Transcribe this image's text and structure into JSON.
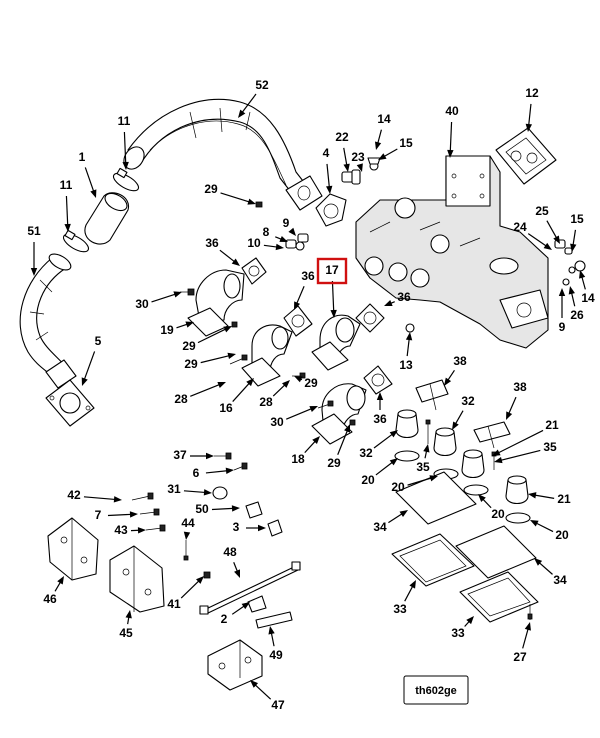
{
  "diagram": {
    "reference_code": "th602ge",
    "highlighted_callout": "17",
    "highlight_color": "#d01010",
    "callouts": [
      {
        "id": "c52",
        "label": "52"
      },
      {
        "id": "c11a",
        "label": "11"
      },
      {
        "id": "c1",
        "label": "1"
      },
      {
        "id": "c11b",
        "label": "11"
      },
      {
        "id": "c51",
        "label": "51"
      },
      {
        "id": "c5",
        "label": "5"
      },
      {
        "id": "c29a",
        "label": "29"
      },
      {
        "id": "c4",
        "label": "4"
      },
      {
        "id": "c22",
        "label": "22"
      },
      {
        "id": "c23",
        "label": "23"
      },
      {
        "id": "c14a",
        "label": "14"
      },
      {
        "id": "c15a",
        "label": "15"
      },
      {
        "id": "c40",
        "label": "40"
      },
      {
        "id": "c12",
        "label": "12"
      },
      {
        "id": "c9a",
        "label": "9"
      },
      {
        "id": "c8",
        "label": "8"
      },
      {
        "id": "c10",
        "label": "10"
      },
      {
        "id": "c36a",
        "label": "36"
      },
      {
        "id": "c36b",
        "label": "36"
      },
      {
        "id": "c17",
        "label": "17"
      },
      {
        "id": "c25",
        "label": "25"
      },
      {
        "id": "c24",
        "label": "24"
      },
      {
        "id": "c15b",
        "label": "15"
      },
      {
        "id": "c30a",
        "label": "30"
      },
      {
        "id": "c19",
        "label": "19"
      },
      {
        "id": "c29b",
        "label": "29"
      },
      {
        "id": "c29c",
        "label": "29"
      },
      {
        "id": "c36c",
        "label": "36"
      },
      {
        "id": "c14b",
        "label": "14"
      },
      {
        "id": "c26",
        "label": "26"
      },
      {
        "id": "c9b",
        "label": "9"
      },
      {
        "id": "c13",
        "label": "13"
      },
      {
        "id": "c28a",
        "label": "28"
      },
      {
        "id": "c16",
        "label": "16"
      },
      {
        "id": "c28b",
        "label": "28"
      },
      {
        "id": "c29d",
        "label": "29"
      },
      {
        "id": "c38a",
        "label": "38"
      },
      {
        "id": "c38b",
        "label": "38"
      },
      {
        "id": "c30b",
        "label": "30"
      },
      {
        "id": "c36d",
        "label": "36"
      },
      {
        "id": "c32a",
        "label": "32"
      },
      {
        "id": "c18",
        "label": "18"
      },
      {
        "id": "c29e",
        "label": "29"
      },
      {
        "id": "c32b",
        "label": "32"
      },
      {
        "id": "c35a",
        "label": "35"
      },
      {
        "id": "c21a",
        "label": "21"
      },
      {
        "id": "c35b",
        "label": "35"
      },
      {
        "id": "c37",
        "label": "37"
      },
      {
        "id": "c6",
        "label": "6"
      },
      {
        "id": "c20a",
        "label": "20"
      },
      {
        "id": "c20b",
        "label": "20"
      },
      {
        "id": "c21b",
        "label": "21"
      },
      {
        "id": "c42",
        "label": "42"
      },
      {
        "id": "c31",
        "label": "31"
      },
      {
        "id": "c7",
        "label": "7"
      },
      {
        "id": "c50",
        "label": "50"
      },
      {
        "id": "c43",
        "label": "43"
      },
      {
        "id": "c44",
        "label": "44"
      },
      {
        "id": "c3",
        "label": "3"
      },
      {
        "id": "c20c",
        "label": "20"
      },
      {
        "id": "c20d",
        "label": "20"
      },
      {
        "id": "c34a",
        "label": "34"
      },
      {
        "id": "c46",
        "label": "46"
      },
      {
        "id": "c48",
        "label": "48"
      },
      {
        "id": "c45",
        "label": "45"
      },
      {
        "id": "c41",
        "label": "41"
      },
      {
        "id": "c2",
        "label": "2"
      },
      {
        "id": "c34b",
        "label": "34"
      },
      {
        "id": "c33a",
        "label": "33"
      },
      {
        "id": "c49",
        "label": "49"
      },
      {
        "id": "c33b",
        "label": "33"
      },
      {
        "id": "c27",
        "label": "27"
      },
      {
        "id": "c47",
        "label": "47"
      }
    ]
  }
}
